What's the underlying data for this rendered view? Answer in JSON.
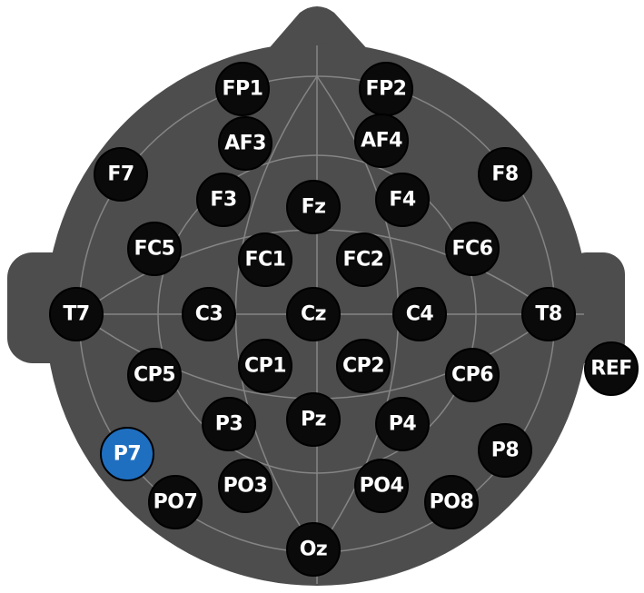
{
  "colors": {
    "background": "#ffffff",
    "head": "#4d4d4d",
    "grid": "#858585",
    "electrode_fill": "#0a0a0a",
    "electrode_text": "#ffffff",
    "selected_fill": "#1f6fc1",
    "selected_ring": "#0a0a0a"
  },
  "selected_electrode": "P7",
  "electrodes": [
    {
      "id": "FP1",
      "label": "FP1"
    },
    {
      "id": "FP2",
      "label": "FP2"
    },
    {
      "id": "AF3",
      "label": "AF3"
    },
    {
      "id": "AF4",
      "label": "AF4"
    },
    {
      "id": "F7",
      "label": "F7"
    },
    {
      "id": "F3",
      "label": "F3"
    },
    {
      "id": "Fz",
      "label": "Fz"
    },
    {
      "id": "F4",
      "label": "F4"
    },
    {
      "id": "F8",
      "label": "F8"
    },
    {
      "id": "FC5",
      "label": "FC5"
    },
    {
      "id": "FC1",
      "label": "FC1"
    },
    {
      "id": "FC2",
      "label": "FC2"
    },
    {
      "id": "FC6",
      "label": "FC6"
    },
    {
      "id": "T7",
      "label": "T7"
    },
    {
      "id": "C3",
      "label": "C3"
    },
    {
      "id": "Cz",
      "label": "Cz"
    },
    {
      "id": "C4",
      "label": "C4"
    },
    {
      "id": "T8",
      "label": "T8"
    },
    {
      "id": "CP5",
      "label": "CP5"
    },
    {
      "id": "CP1",
      "label": "CP1"
    },
    {
      "id": "CP2",
      "label": "CP2"
    },
    {
      "id": "CP6",
      "label": "CP6"
    },
    {
      "id": "P7",
      "label": "P7"
    },
    {
      "id": "P3",
      "label": "P3"
    },
    {
      "id": "Pz",
      "label": "Pz"
    },
    {
      "id": "P4",
      "label": "P4"
    },
    {
      "id": "P8",
      "label": "P8"
    },
    {
      "id": "PO7",
      "label": "PO7"
    },
    {
      "id": "PO3",
      "label": "PO3"
    },
    {
      "id": "PO4",
      "label": "PO4"
    },
    {
      "id": "PO8",
      "label": "PO8"
    },
    {
      "id": "Oz",
      "label": "Oz"
    },
    {
      "id": "REF",
      "label": "REF"
    }
  ]
}
